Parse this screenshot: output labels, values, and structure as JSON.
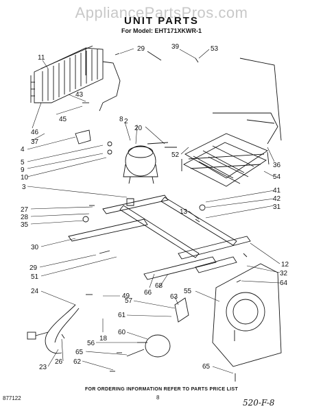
{
  "watermark": "AppliancePartsPros.com",
  "title": "UNIT PARTS",
  "model": "For Model: EHT171XKWR-1",
  "footer": "FOR ORDERING INFORMATION REFER TO PARTS PRICE LIST",
  "code": "877122",
  "page_number": "8",
  "handwritten": "520-F-8",
  "callouts": [
    "11",
    "29",
    "39",
    "53",
    "43",
    "45",
    "46",
    "37",
    "4",
    "5",
    "9",
    "10",
    "3",
    "8",
    "2",
    "20",
    "52",
    "36",
    "54",
    "41",
    "42",
    "31",
    "13",
    "27",
    "28",
    "35",
    "30",
    "29",
    "51",
    "12",
    "32",
    "64",
    "24",
    "49",
    "66",
    "68",
    "55",
    "63",
    "57",
    "61",
    "60",
    "18",
    "56",
    "65",
    "62",
    "23",
    "26",
    "65"
  ]
}
